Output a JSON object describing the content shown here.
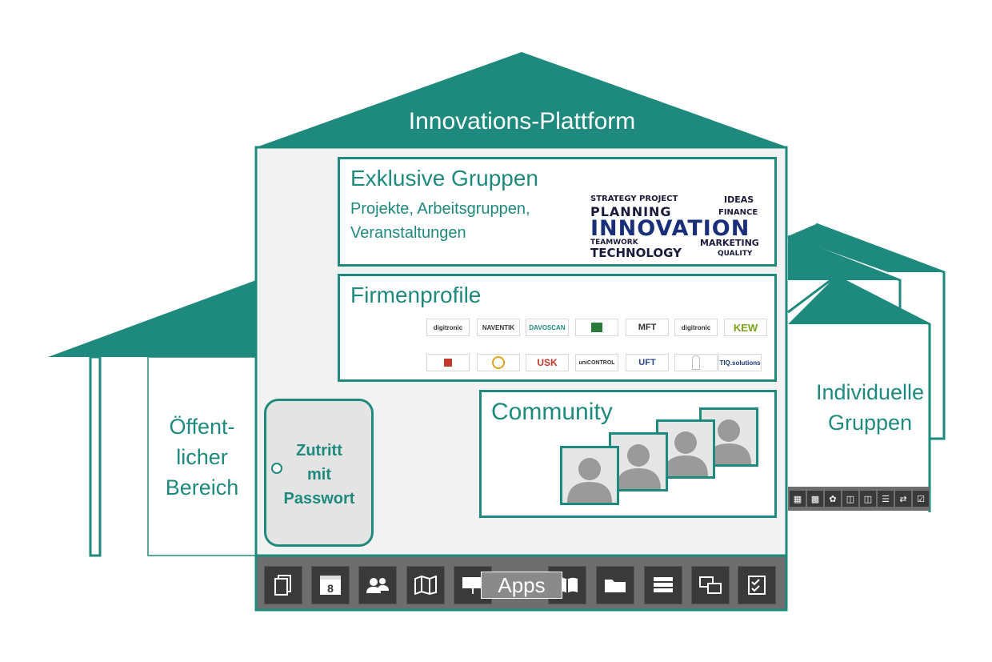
{
  "house": {
    "title": "Innovations-Plattform",
    "colors": {
      "primary": "#1e8a7e",
      "bar": "#6e6e6e",
      "tile": "#3a3a3a",
      "panel": "#f2f2f2"
    }
  },
  "exclusive": {
    "title": "Exklusive Gruppen",
    "line1": "Projekte, Arbeitsgruppen,",
    "line2": "Veranstaltungen",
    "wordcloud": {
      "strategy": "STRATEGY PROJECT",
      "ideas": "IDEAS",
      "planning": "PLANNING",
      "finance": "FINANCE",
      "innovation": "INNOVATION",
      "teamwork": "TEAMWORK",
      "marketing": "MARKETING",
      "technology": "TECHNOLOGY",
      "quality": "QUALITY"
    }
  },
  "profiles": {
    "title": "Firmenprofile",
    "logos_row1": [
      "digitronic",
      "NAVENTIK",
      "DAVOSCAN",
      "",
      "MFT",
      "digitronic",
      "KEW"
    ],
    "logos_row2": [
      "",
      "",
      "USK",
      "uniCONTROL",
      "UFT",
      "",
      "TIQ.solutions"
    ]
  },
  "community": {
    "title": "Community"
  },
  "access": {
    "line1": "Zutritt",
    "line2": "mit",
    "line3": "Passwort"
  },
  "public_area": {
    "line1": "Öffent-",
    "line2": "licher",
    "line3": "Bereich"
  },
  "individual": {
    "line1": "Individuelle",
    "line2": "Gruppen"
  },
  "apps": {
    "label": "Apps",
    "icons": [
      "documents-icon",
      "calendar-icon",
      "users-icon",
      "map-icon",
      "presentation-icon",
      "book-icon",
      "folder-icon",
      "list-icon",
      "transfer-icon",
      "checklist-icon"
    ],
    "calendar_day": "8"
  }
}
